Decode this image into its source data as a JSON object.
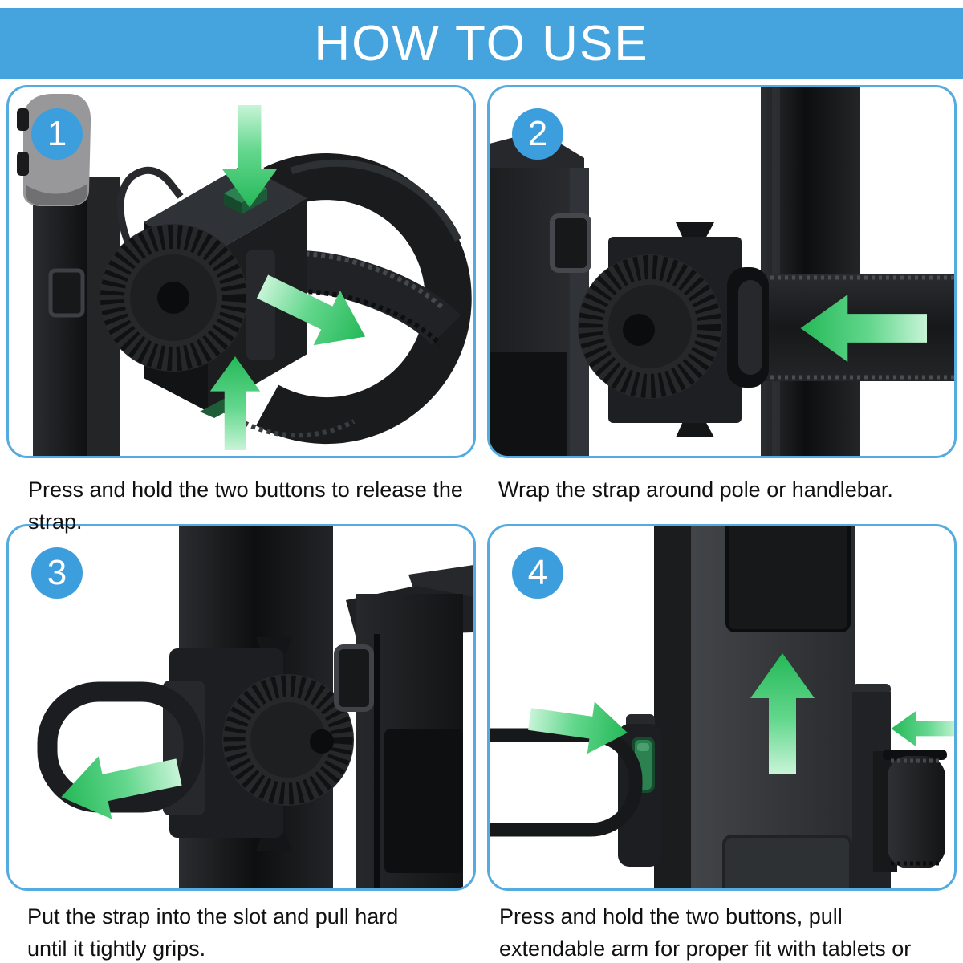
{
  "header": {
    "title": "HOW TO USE",
    "background_color": "#45a3dd",
    "text_color": "#ffffff"
  },
  "steps": [
    {
      "number": "1",
      "caption": "Press and hold the two buttons to release the strap.",
      "arrows": [
        "arrow-down-icon",
        "arrow-up-icon",
        "arrow-right-icon"
      ],
      "illustration": "clamp with green release buttons, knob and open strap ring"
    },
    {
      "number": "2",
      "caption": "Wrap the strap around pole or handlebar.",
      "arrows": [
        "arrow-left-icon"
      ],
      "illustration": "strap wrapping around vertical pole into clamp"
    },
    {
      "number": "3",
      "caption": "Put the strap into the slot and pull hard until it tightly grips.",
      "arrows": [
        "arrow-left-icon"
      ],
      "illustration": "strap loop pulled out of slot on pole-mounted clamp"
    },
    {
      "number": "4",
      "caption": "Press and hold the two buttons, pull extendable arm for proper fit with tablets or phones.",
      "arrows": [
        "arrow-right-icon",
        "arrow-up-icon",
        "arrow-left-icon"
      ],
      "illustration": "extendable arm with green side buttons, strap loop and strap roll"
    }
  ],
  "colors": {
    "panel_border": "#54abe0",
    "step_badge": "#3d9edd",
    "arrow_green": "#25b858",
    "arrow_green_light": "#c8f4d7",
    "button_green": "#2c8150",
    "product_black": "#1b1d1f",
    "product_gray": "#98989a"
  }
}
